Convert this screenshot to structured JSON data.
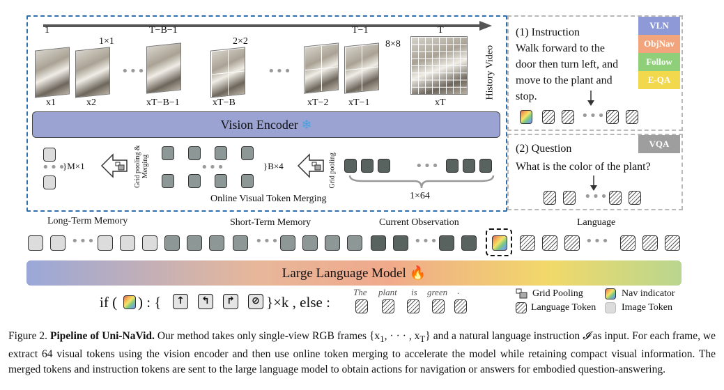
{
  "figure": {
    "timeline": {
      "labels": [
        "1",
        "T−B−1",
        "T−1",
        "T"
      ],
      "grid_labels": [
        "1×1",
        "2×2",
        "8×8"
      ],
      "history_label": "History Video"
    },
    "frames": {
      "labels": [
        "x1",
        "x2",
        "xT−B−1",
        "xT−B",
        "xT−2",
        "xT−1",
        "xT"
      ]
    },
    "vision_encoder": {
      "label": "Vision Encoder",
      "icon": "snowflake-icon"
    },
    "merging": {
      "m_label": "}M×1",
      "b_label": "}B×4",
      "grid_pool_merge": "Grid pooling & Merging",
      "grid_pool": "Grid pooling",
      "count_label": "1×64",
      "title": "Online Visual Token Merging"
    },
    "instruction_panel": {
      "title": "(1) Instruction",
      "text_lines": [
        "Walk forward to the",
        "door then turn left, and",
        "move to the plant and",
        "stop."
      ],
      "tags": [
        {
          "label": "VLN",
          "color": "#8e9ad8"
        },
        {
          "label": "ObjNav",
          "color": "#f2a47c"
        },
        {
          "label": "Follow",
          "color": "#8fcf7a"
        },
        {
          "label": "E-QA",
          "color": "#f2d84d"
        }
      ]
    },
    "question_panel": {
      "title": "(2) Question",
      "text": "What is the color of the plant?",
      "tag": "VQA"
    },
    "sequence_labels": {
      "long_term": "Long-Term Memory",
      "short_term": "Short-Term Memory",
      "current": "Current Observation",
      "language": "Language"
    },
    "llm": {
      "label": "Large Language Model",
      "icon": "fire-icon"
    },
    "output": {
      "if_text": "if (",
      "if_close": ") : {",
      "times_k": "}×k , else :",
      "actions": [
        "up-arrow-icon",
        "turn-left-icon",
        "turn-right-icon",
        "stop-icon"
      ],
      "answer_words": [
        "The",
        "plant",
        "is",
        "green",
        "."
      ]
    },
    "legend": {
      "grid_pooling": "Grid Pooling",
      "nav_indicator": "Nav indicator",
      "language_token": "Language Token",
      "image_token": "Image Token"
    }
  },
  "caption": {
    "prefix": "Figure 2.",
    "title": "Pipeline of Uni-NaVid.",
    "text1": " Our method takes only single-view RGB frames {x",
    "text2": ", · · · , x",
    "text3": "} and a natural language instruction ",
    "text4": " as input. For each frame, we extract 64 visual tokens using the vision encoder and then use online token merging to accelerate the model while retaining compact visual information. The merged tokens and instruction tokens are sent to the large language model to obtain actions for navigation or answers for embodied question-answering.",
    "instr_symbol": "𝓘",
    "sub1": "1",
    "subT": "T"
  }
}
